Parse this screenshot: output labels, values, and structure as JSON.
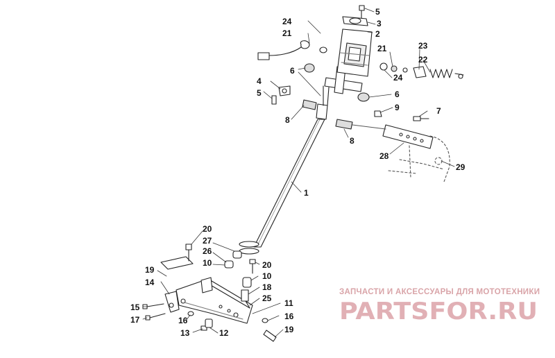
{
  "callouts": [
    {
      "id": "c5a",
      "text": "5"
    },
    {
      "id": "c3",
      "text": "3"
    },
    {
      "id": "c2",
      "text": "2"
    },
    {
      "id": "c24a",
      "text": "24"
    },
    {
      "id": "c21a",
      "text": "21"
    },
    {
      "id": "c21b",
      "text": "21"
    },
    {
      "id": "c23",
      "text": "23"
    },
    {
      "id": "c22",
      "text": "22"
    },
    {
      "id": "c24b",
      "text": "24"
    },
    {
      "id": "c6a",
      "text": "6"
    },
    {
      "id": "c4",
      "text": "4"
    },
    {
      "id": "c5b",
      "text": "5"
    },
    {
      "id": "c6b",
      "text": "6"
    },
    {
      "id": "c9",
      "text": "9"
    },
    {
      "id": "c7",
      "text": "7"
    },
    {
      "id": "c8a",
      "text": "8"
    },
    {
      "id": "c8b",
      "text": "8"
    },
    {
      "id": "c28",
      "text": "28"
    },
    {
      "id": "c29",
      "text": "29"
    },
    {
      "id": "c1",
      "text": "1"
    },
    {
      "id": "c20a",
      "text": "20"
    },
    {
      "id": "c27",
      "text": "27"
    },
    {
      "id": "c26",
      "text": "26"
    },
    {
      "id": "c10a",
      "text": "10"
    },
    {
      "id": "c20b",
      "text": "20"
    },
    {
      "id": "c19a",
      "text": "19"
    },
    {
      "id": "c10b",
      "text": "10"
    },
    {
      "id": "c14",
      "text": "14"
    },
    {
      "id": "c18",
      "text": "18"
    },
    {
      "id": "c25",
      "text": "25"
    },
    {
      "id": "c11",
      "text": "11"
    },
    {
      "id": "c15",
      "text": "15"
    },
    {
      "id": "c17",
      "text": "17"
    },
    {
      "id": "c16a",
      "text": "16"
    },
    {
      "id": "c16b",
      "text": "16"
    },
    {
      "id": "c13",
      "text": "13"
    },
    {
      "id": "c12",
      "text": "12"
    },
    {
      "id": "c19b",
      "text": "19"
    }
  ],
  "watermark": {
    "title": "ЗАПЧАСТИ И АКСЕССУАРЫ ДЛЯ МОТОТЕХНИКИ",
    "logo_text": "PARTSFOR.RU",
    "color": "#d9a4a8",
    "logo_color": "#c9707a"
  }
}
